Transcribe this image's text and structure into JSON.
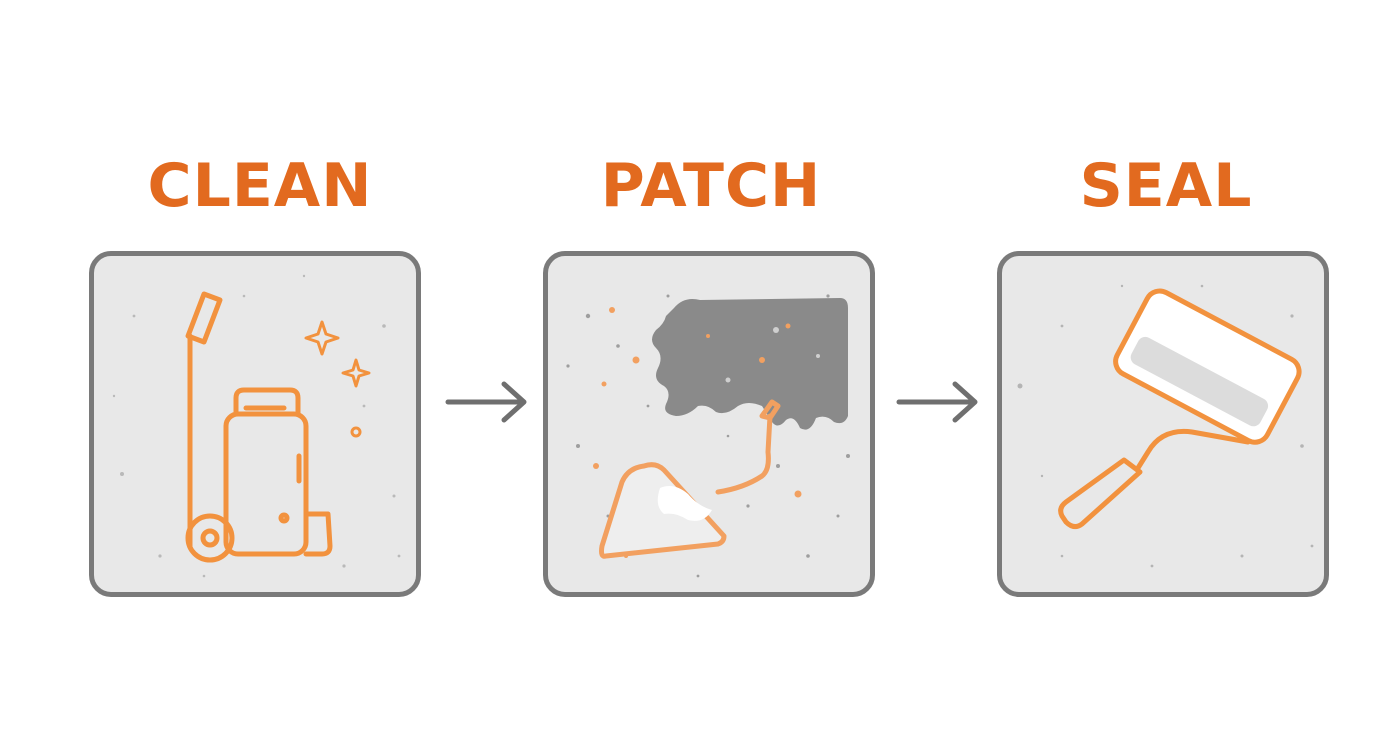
{
  "colors": {
    "accent": "#e26a1f",
    "icon_stroke": "#f2923e",
    "panel_border": "#7a7a7a",
    "panel_fill": "#e8e8e8",
    "arrow": "#6f6f6f",
    "patch_hole": "#8a8a8a"
  },
  "steps": [
    {
      "title": "CLEAN",
      "icon": "pressure-washer-icon"
    },
    {
      "title": "PATCH",
      "icon": "trowel-patch-icon"
    },
    {
      "title": "SEAL",
      "icon": "paint-roller-icon"
    }
  ],
  "arrows": [
    {
      "icon": "arrow-right-icon"
    },
    {
      "icon": "arrow-right-icon"
    }
  ]
}
